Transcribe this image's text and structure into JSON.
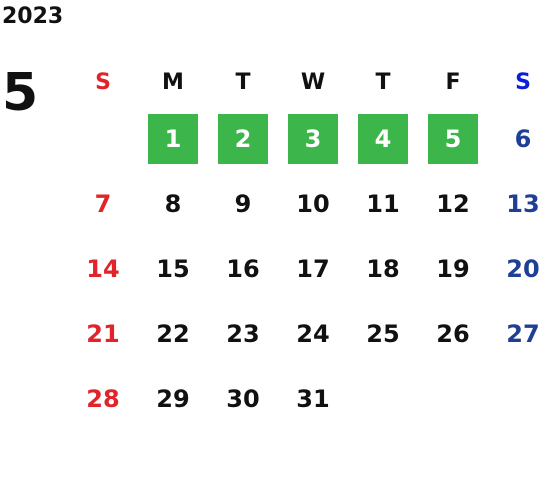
{
  "calendar": {
    "year": "2023",
    "month": "5",
    "weekdays": [
      "S",
      "M",
      "T",
      "W",
      "T",
      "F",
      "S"
    ],
    "weeks": [
      [
        "",
        "1",
        "2",
        "3",
        "4",
        "5",
        "6"
      ],
      [
        "7",
        "8",
        "9",
        "10",
        "11",
        "12",
        "13"
      ],
      [
        "14",
        "15",
        "16",
        "17",
        "18",
        "19",
        "20"
      ],
      [
        "21",
        "22",
        "23",
        "24",
        "25",
        "26",
        "27"
      ],
      [
        "28",
        "29",
        "30",
        "31",
        "",
        "",
        ""
      ]
    ],
    "highlighted_days": [
      "1",
      "2",
      "3",
      "4",
      "5"
    ],
    "colors": {
      "sunday": "#e0242a",
      "saturday": "#1f3f97",
      "saturday_header": "#0a1fd6",
      "highlight": "#3cb54a"
    }
  }
}
